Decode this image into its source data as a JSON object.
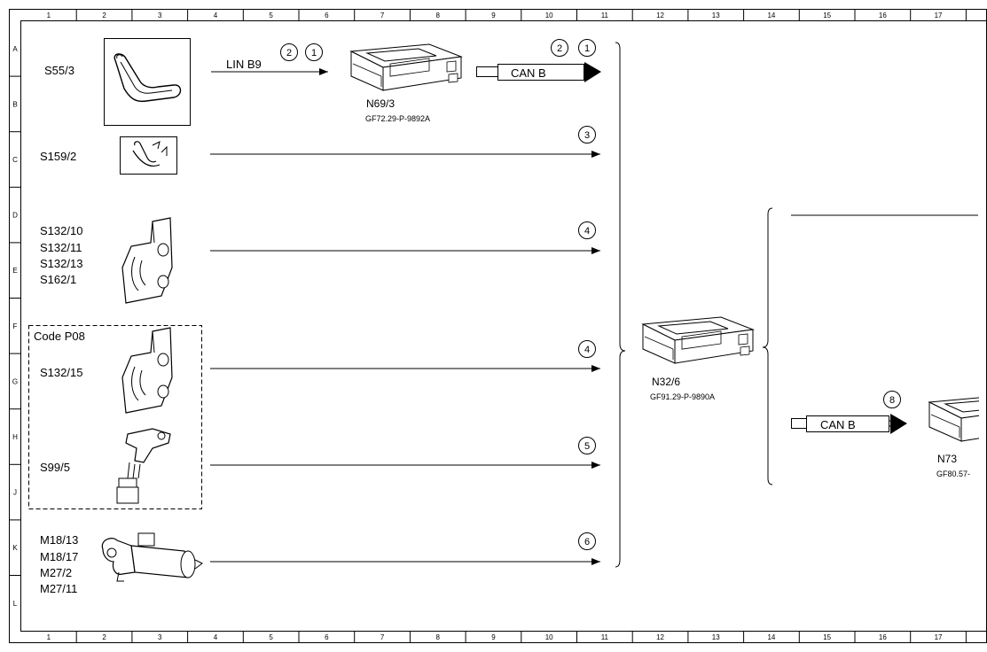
{
  "grid": {
    "columns": [
      "1",
      "2",
      "3",
      "4",
      "5",
      "6",
      "7",
      "8",
      "9",
      "10",
      "11",
      "12",
      "13",
      "14",
      "15",
      "16",
      "17"
    ],
    "rows": [
      "A",
      "B",
      "C",
      "D",
      "E",
      "F",
      "G",
      "H",
      "J",
      "K",
      "L"
    ]
  },
  "components": {
    "seat_switch_label": "S55/3",
    "seat_switch_icon": "seat-adjust-switch-icon",
    "lumbar_switch_label": "S159/2",
    "lumbar_switch_icon": "lumbar-switch-icon",
    "switch_group_labels": [
      "S132/10",
      "S132/11",
      "S132/13",
      "S162/1"
    ],
    "switch_group_icon": "door-switch-icon",
    "code_box_label": "Code P08",
    "switch_p08_label": "S132/15",
    "switch_p08_icon": "door-switch-icon",
    "switch_s99_label": "S99/5",
    "switch_s99_icon": "position-sensor-icon",
    "motor_labels": [
      "M18/13",
      "M18/17",
      "M27/2",
      "M27/11"
    ],
    "motor_icon": "motor-icon"
  },
  "modules": {
    "n69": {
      "name": "N69/3",
      "ref": "GF72.29-P-9892A",
      "icon": "control-unit-icon"
    },
    "n32": {
      "name": "N32/6",
      "ref": "GF91.29-P-9890A",
      "icon": "control-unit-icon"
    },
    "n73": {
      "name": "N73",
      "ref": "GF80.57-",
      "icon": "control-unit-icon"
    }
  },
  "connections": {
    "lin_label": "LIN B9",
    "can_label": "CAN B",
    "can_label_2": "CAN B",
    "markers": {
      "lin_a": "2",
      "lin_b": "1",
      "can_a": "2",
      "can_b": "1",
      "c": "3",
      "d": "4",
      "g": "4",
      "j": "5",
      "k": "6",
      "n73": "8"
    }
  }
}
